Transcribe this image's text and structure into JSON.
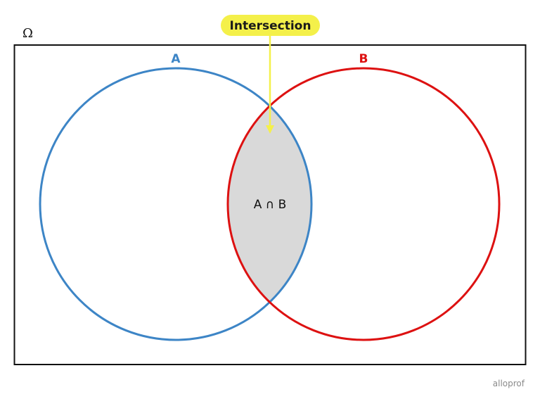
{
  "universe": {
    "symbol": "Ω"
  },
  "sets": {
    "a": {
      "label": "A"
    },
    "b": {
      "label": "B"
    }
  },
  "intersection": {
    "label": "A ∩ B"
  },
  "callout": {
    "label": "Intersection"
  },
  "watermark": {
    "text": "alloprof"
  },
  "colors": {
    "set_a": "#3d85c6",
    "set_b": "#dd1111",
    "intersection_fill": "#d9d9d9",
    "callout_bg": "#f4f04a",
    "callout_arrow": "#f4f04a",
    "frame": "#111111"
  }
}
